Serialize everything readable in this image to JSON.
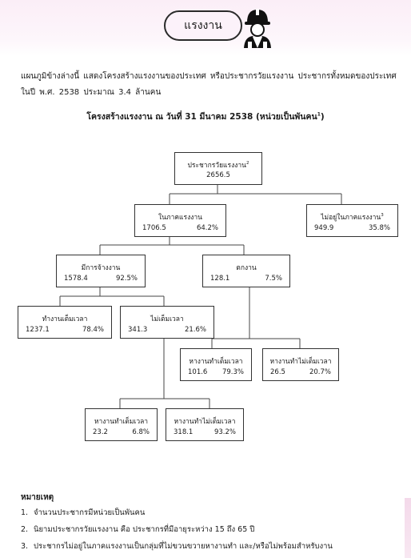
{
  "header": {
    "title": "แรงงาน",
    "icon": "construction-worker-icon",
    "accent_color": "#fcf2fa"
  },
  "intro_text": "แผนภูมิข้างล่างนี้ แสดงโครงสร้างแรงงานของประเทศ หรือประชากรวัยแรงงาน ประชากรทั้งหมดของประเทศในปี พ.ศ. 2538 ประมาณ 3.4 ล้านคน",
  "chart_title": {
    "text": "โครงสร้างแรงงาน ณ วันที่ 31 มีนาคม 2538 (หน่วยเป็นพันคน",
    "sup": "1",
    "close": ")"
  },
  "tree": {
    "root": {
      "label": "ประชากรวัยแรงงาน",
      "sup": "2",
      "value": "2656.5"
    },
    "in_labor_force": {
      "label": "ในภาคแรงงาน",
      "value": "1706.5",
      "percent": "64.2%"
    },
    "not_in_labor_force": {
      "label": "ไม่อยู่ในภาคแรงงาน",
      "sup": "3",
      "value": "949.9",
      "percent": "35.8%"
    },
    "employed": {
      "label": "มีการจ้างงาน",
      "value": "1578.4",
      "percent": "92.5%"
    },
    "unemployed": {
      "label": "ตกงาน",
      "value": "128.1",
      "percent": "7.5%"
    },
    "full_time": {
      "label": "ทำงานเต็มเวลา",
      "value": "1237.1",
      "percent": "78.4%"
    },
    "part_time": {
      "label": "ไม่เต็มเวลา",
      "value": "341.3",
      "percent": "21.6%"
    },
    "seek_full_time": {
      "label": "หางานทำเต็มเวลา",
      "value": "101.6",
      "percent": "79.3%"
    },
    "seek_part_time": {
      "label": "หางานทำไม่เต็มเวลา",
      "value": "26.5",
      "percent": "20.7%"
    },
    "pt_seek_full_time": {
      "label": "หางานทำเต็มเวลา",
      "value": "23.2",
      "percent": "6.8%"
    },
    "pt_seek_part_time": {
      "label": "หางานทำไม่เต็มเวลา",
      "value": "318.1",
      "percent": "93.2%"
    }
  },
  "notes": {
    "title": "หมายเหตุ",
    "items": [
      {
        "num": "1.",
        "text": "จำนวนประชากรมีหน่วยเป็นพันคน"
      },
      {
        "num": "2.",
        "text": "นิยามประชากรวัยแรงงาน คือ ประชากรที่มีอายุระหว่าง 15 ถึง 65 ปี"
      },
      {
        "num": "3.",
        "text": "ประชากรไม่อยู่ในภาคแรงงานเป็นกลุ่มที่ไม่ขวนขวายหางานทำ และ/หรือไม่พร้อมสำหรับงาน"
      }
    ]
  }
}
